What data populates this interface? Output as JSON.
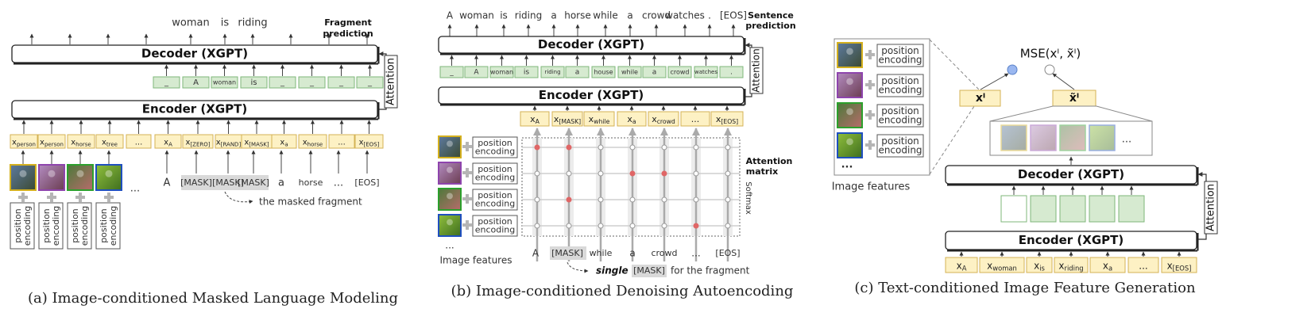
{
  "panel_a": {
    "caption": "(a) Image-conditioned Masked Language Modeling",
    "top_words": [
      "woman",
      "is",
      "riding"
    ],
    "prediction_label": [
      "Fragment",
      "prediction"
    ],
    "decoder_label": "Decoder (XGPT)",
    "encoder_label": "Encoder (XGPT)",
    "attention_label": "Attention",
    "decoder_inputs": [
      "_",
      "A",
      "woman",
      "is",
      "_",
      "_",
      "_",
      "_"
    ],
    "encoder_inputs": [
      {
        "base": "x",
        "sub": "person"
      },
      {
        "base": "x",
        "sub": "person"
      },
      {
        "base": "x",
        "sub": "horse"
      },
      {
        "base": "x",
        "sub": "tree"
      },
      {
        "base": "...",
        "sub": ""
      },
      {
        "base": "x",
        "sub": "A"
      },
      {
        "base": "x",
        "sub": "[ZERO]"
      },
      {
        "base": "x",
        "sub": "[RAND]"
      },
      {
        "base": "x",
        "sub": "[MASK]"
      },
      {
        "base": "x",
        "sub": "a"
      },
      {
        "base": "x",
        "sub": "horse"
      },
      {
        "base": "...",
        "sub": ""
      },
      {
        "base": "x",
        "sub": "[EOS]"
      }
    ],
    "text_tokens": [
      "A",
      "[MASK]",
      "[MASK]",
      "[MASK]",
      "a",
      "horse",
      "...",
      "[EOS]"
    ],
    "ellipsis": "...",
    "position_encoding": [
      "position",
      "encoding"
    ],
    "masked_fragment_note": "the masked fragment"
  },
  "panel_b": {
    "caption": "(b) Image-conditioned Denoising Autoencoding",
    "top_words": [
      "A",
      "woman",
      "is",
      "riding",
      "a",
      "horse",
      "while",
      "a",
      "crowd",
      "watches",
      ".",
      "[EOS]"
    ],
    "prediction_label": [
      "Sentence",
      "prediction"
    ],
    "decoder_label": "Decoder (XGPT)",
    "encoder_label": "Encoder (XGPT)",
    "attention_label": "Attention",
    "decoder_inputs": [
      "_",
      "A",
      "woman",
      "is",
      "riding",
      "a",
      "house",
      "while",
      "a",
      "crowd",
      "watches",
      "."
    ],
    "encoder_inputs": [
      {
        "base": "x",
        "sub": "A"
      },
      {
        "base": "x",
        "sub": "[MASK]"
      },
      {
        "base": "x",
        "sub": "while"
      },
      {
        "base": "x",
        "sub": "a"
      },
      {
        "base": "x",
        "sub": "crowd"
      },
      {
        "base": "...",
        "sub": ""
      },
      {
        "base": "x",
        "sub": "[EOS]"
      }
    ],
    "position_encoding": [
      "position",
      "encoding"
    ],
    "attention_matrix_label": [
      "Attention",
      "matrix"
    ],
    "softmax_label": "Softmax",
    "image_features_label": "Image features",
    "ellipsis": "...",
    "bottom_tokens": [
      "A",
      "[MASK]",
      "while",
      "a",
      "crowd",
      "...",
      "[EOS]"
    ],
    "single_note": {
      "emph": "single",
      "mask": "[MASK]",
      "rest": "for the fragment"
    }
  },
  "panel_c": {
    "caption": "(c) Text-conditioned Image Feature Generation",
    "position_encoding": [
      "position",
      "encoding"
    ],
    "image_features_label": "Image features",
    "ellipsis": "...",
    "mse_label": "MSE(xᴵ, x̃ᴵ)",
    "x_label": "xᴵ",
    "x_tilde_label": "x̃ᴵ",
    "decoder_label": "Decoder (XGPT)",
    "encoder_label": "Encoder (XGPT)",
    "attention_label": "Attention",
    "encoder_inputs": [
      {
        "base": "x",
        "sub": "A"
      },
      {
        "base": "x",
        "sub": "woman"
      },
      {
        "base": "x",
        "sub": "is"
      },
      {
        "base": "x",
        "sub": "riding"
      },
      {
        "base": "x",
        "sub": "a"
      },
      {
        "base": "...",
        "sub": ""
      },
      {
        "base": "x",
        "sub": "[EOS]"
      }
    ]
  },
  "colors": {
    "token_fill": "#fdf1c4",
    "token_stroke": "#d4b254",
    "green_fill": "#d6ead0",
    "green_stroke": "#7fb77a",
    "gray_arrow": "#a9a9a9",
    "red_dot": "#e06666",
    "blue_dot": "#9ab7f0",
    "img_borders": [
      "#d4b01e",
      "#8e44ad",
      "#2ca02c",
      "#1f4fbf"
    ]
  }
}
